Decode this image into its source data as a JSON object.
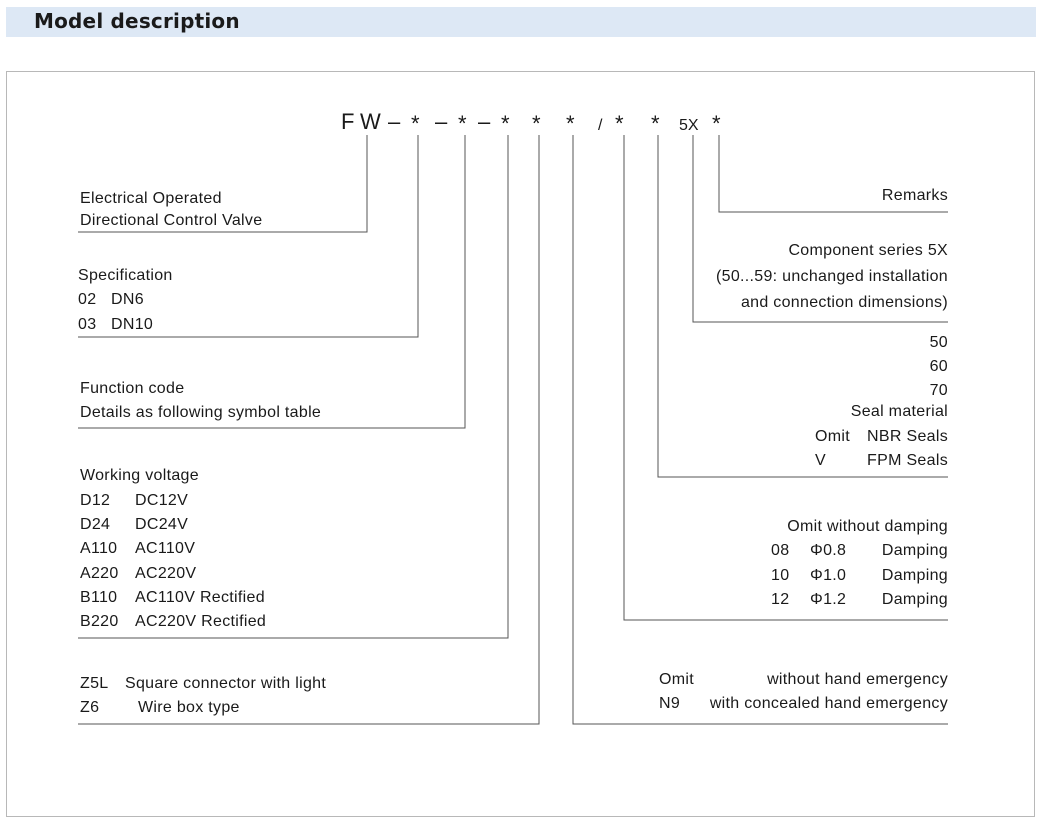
{
  "header": {
    "title": "Model description"
  },
  "model_code": {
    "parts": [
      "F",
      "W",
      "–",
      "*",
      "–",
      "*",
      "–",
      "*",
      "*",
      "*",
      "/",
      "*",
      "*",
      "5X",
      "*"
    ]
  },
  "left": {
    "valve": {
      "lines": [
        "Electrical Operated",
        "Directional Control Valve"
      ]
    },
    "specification": {
      "title": "Specification",
      "rows": [
        [
          "02",
          "DN6"
        ],
        [
          "03",
          "DN10"
        ]
      ]
    },
    "function": {
      "lines": [
        "Function code",
        "Details as following symbol table"
      ]
    },
    "voltage": {
      "title": "Working voltage",
      "rows": [
        [
          "D12",
          "DC12V"
        ],
        [
          "D24",
          "DC24V"
        ],
        [
          "A110",
          "AC110V"
        ],
        [
          "A220",
          "AC220V"
        ],
        [
          "B110",
          "AC110V Rectified"
        ],
        [
          "B220",
          "AC220V Rectified"
        ]
      ]
    },
    "connector": {
      "rows": [
        [
          "Z5L",
          "Square connector with light"
        ],
        [
          "Z6",
          "Wire  box type"
        ]
      ]
    }
  },
  "right": {
    "remarks": {
      "label": "Remarks"
    },
    "component": {
      "lines": [
        "Component series 5X",
        "(50...59: unchanged installation",
        "and connection dimensions)"
      ]
    },
    "seal": {
      "numbers": [
        "50",
        "60",
        "70"
      ],
      "title": "Seal material",
      "rows": [
        [
          "Omit",
          "NBR Seals"
        ],
        [
          "V",
          "FPM Seals"
        ]
      ]
    },
    "damping": {
      "title": "Omit without damping",
      "rows": [
        [
          "08",
          "Φ0.8",
          "Damping"
        ],
        [
          "10",
          "Φ1.0",
          "Damping"
        ],
        [
          "12",
          "Φ1.2",
          "Damping"
        ]
      ]
    },
    "emergency": {
      "rows": [
        [
          "Omit",
          "without hand emergency"
        ],
        [
          "N9",
          "with concealed hand emergency"
        ]
      ]
    }
  }
}
